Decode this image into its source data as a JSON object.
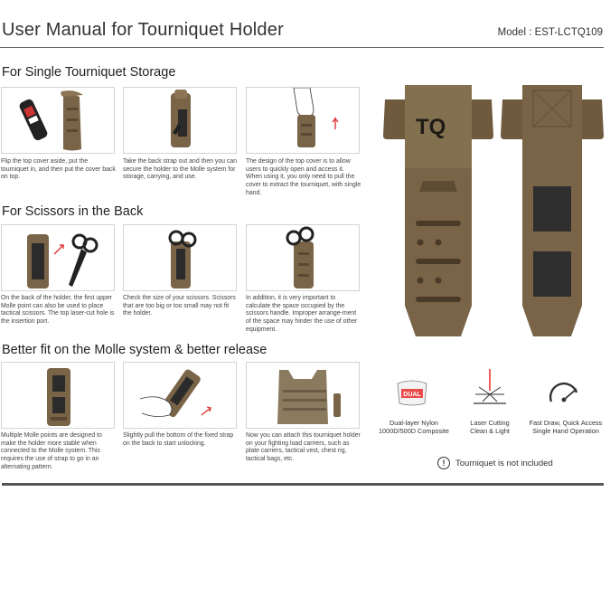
{
  "header": {
    "title": "User Manual for Tourniquet Holder",
    "model": "Model : EST-LCTQ109"
  },
  "sections": {
    "single": {
      "heading": "For Single Tourniquet Storage",
      "captions": [
        "Flip the top cover aside, put the tourniquet in, and then put the cover back on top.",
        "Take the back strap out and then you can secure the holder to the Molle system for storage, carrying, and use.",
        "The design of the top cover is to allow users to quickly open and access it. When using it, you only need to pull the cover to extract the tourniquet, with single hand."
      ]
    },
    "scissors": {
      "heading": "For Scissors in the Back",
      "captions": [
        "On the back of the holder, the first upper Molle point can also be used to place tactical scissors. The top laser-cut hole is the insertion port.",
        "Check the size of your scissors. Scissors that are too big or too small may not fit the holder.",
        "In addition, it is very important to calculate the space occupied by the scissors handle. Improper arrange-ment of the space may hinder the use of other equipment."
      ]
    },
    "molle": {
      "heading": "Better fit on the Molle system & better release",
      "captions": [
        "Multiple Molle points are designed to make the holder more stable when connected to the Molle system. This requires the use of strap to go in an alternating pattern.",
        "Slightly pull the bottom of the fixed strap on the back to start unlocking.",
        "Now you can attach this tourniquet holder on your fighting load carriers, such as plate carriers, tactical vest, chest rig, tactical bags, etc."
      ]
    }
  },
  "product": {
    "logo": "TQ",
    "brand_color": "#7a6447"
  },
  "features": [
    {
      "icon": "dual-badge-icon",
      "badge": "DUAL",
      "line1": "Dual-layer Nylon",
      "line2": "1000D/500D Composite"
    },
    {
      "icon": "laser-icon",
      "line1": "Laser Cutting",
      "line2": "Clean & Light"
    },
    {
      "icon": "speed-gauge-icon",
      "line1": "Fast Draw, Quick Access",
      "line2": "Single Hand Operation"
    }
  ],
  "note": {
    "icon": "exclamation-icon",
    "text": "Tourniquet is not included"
  }
}
